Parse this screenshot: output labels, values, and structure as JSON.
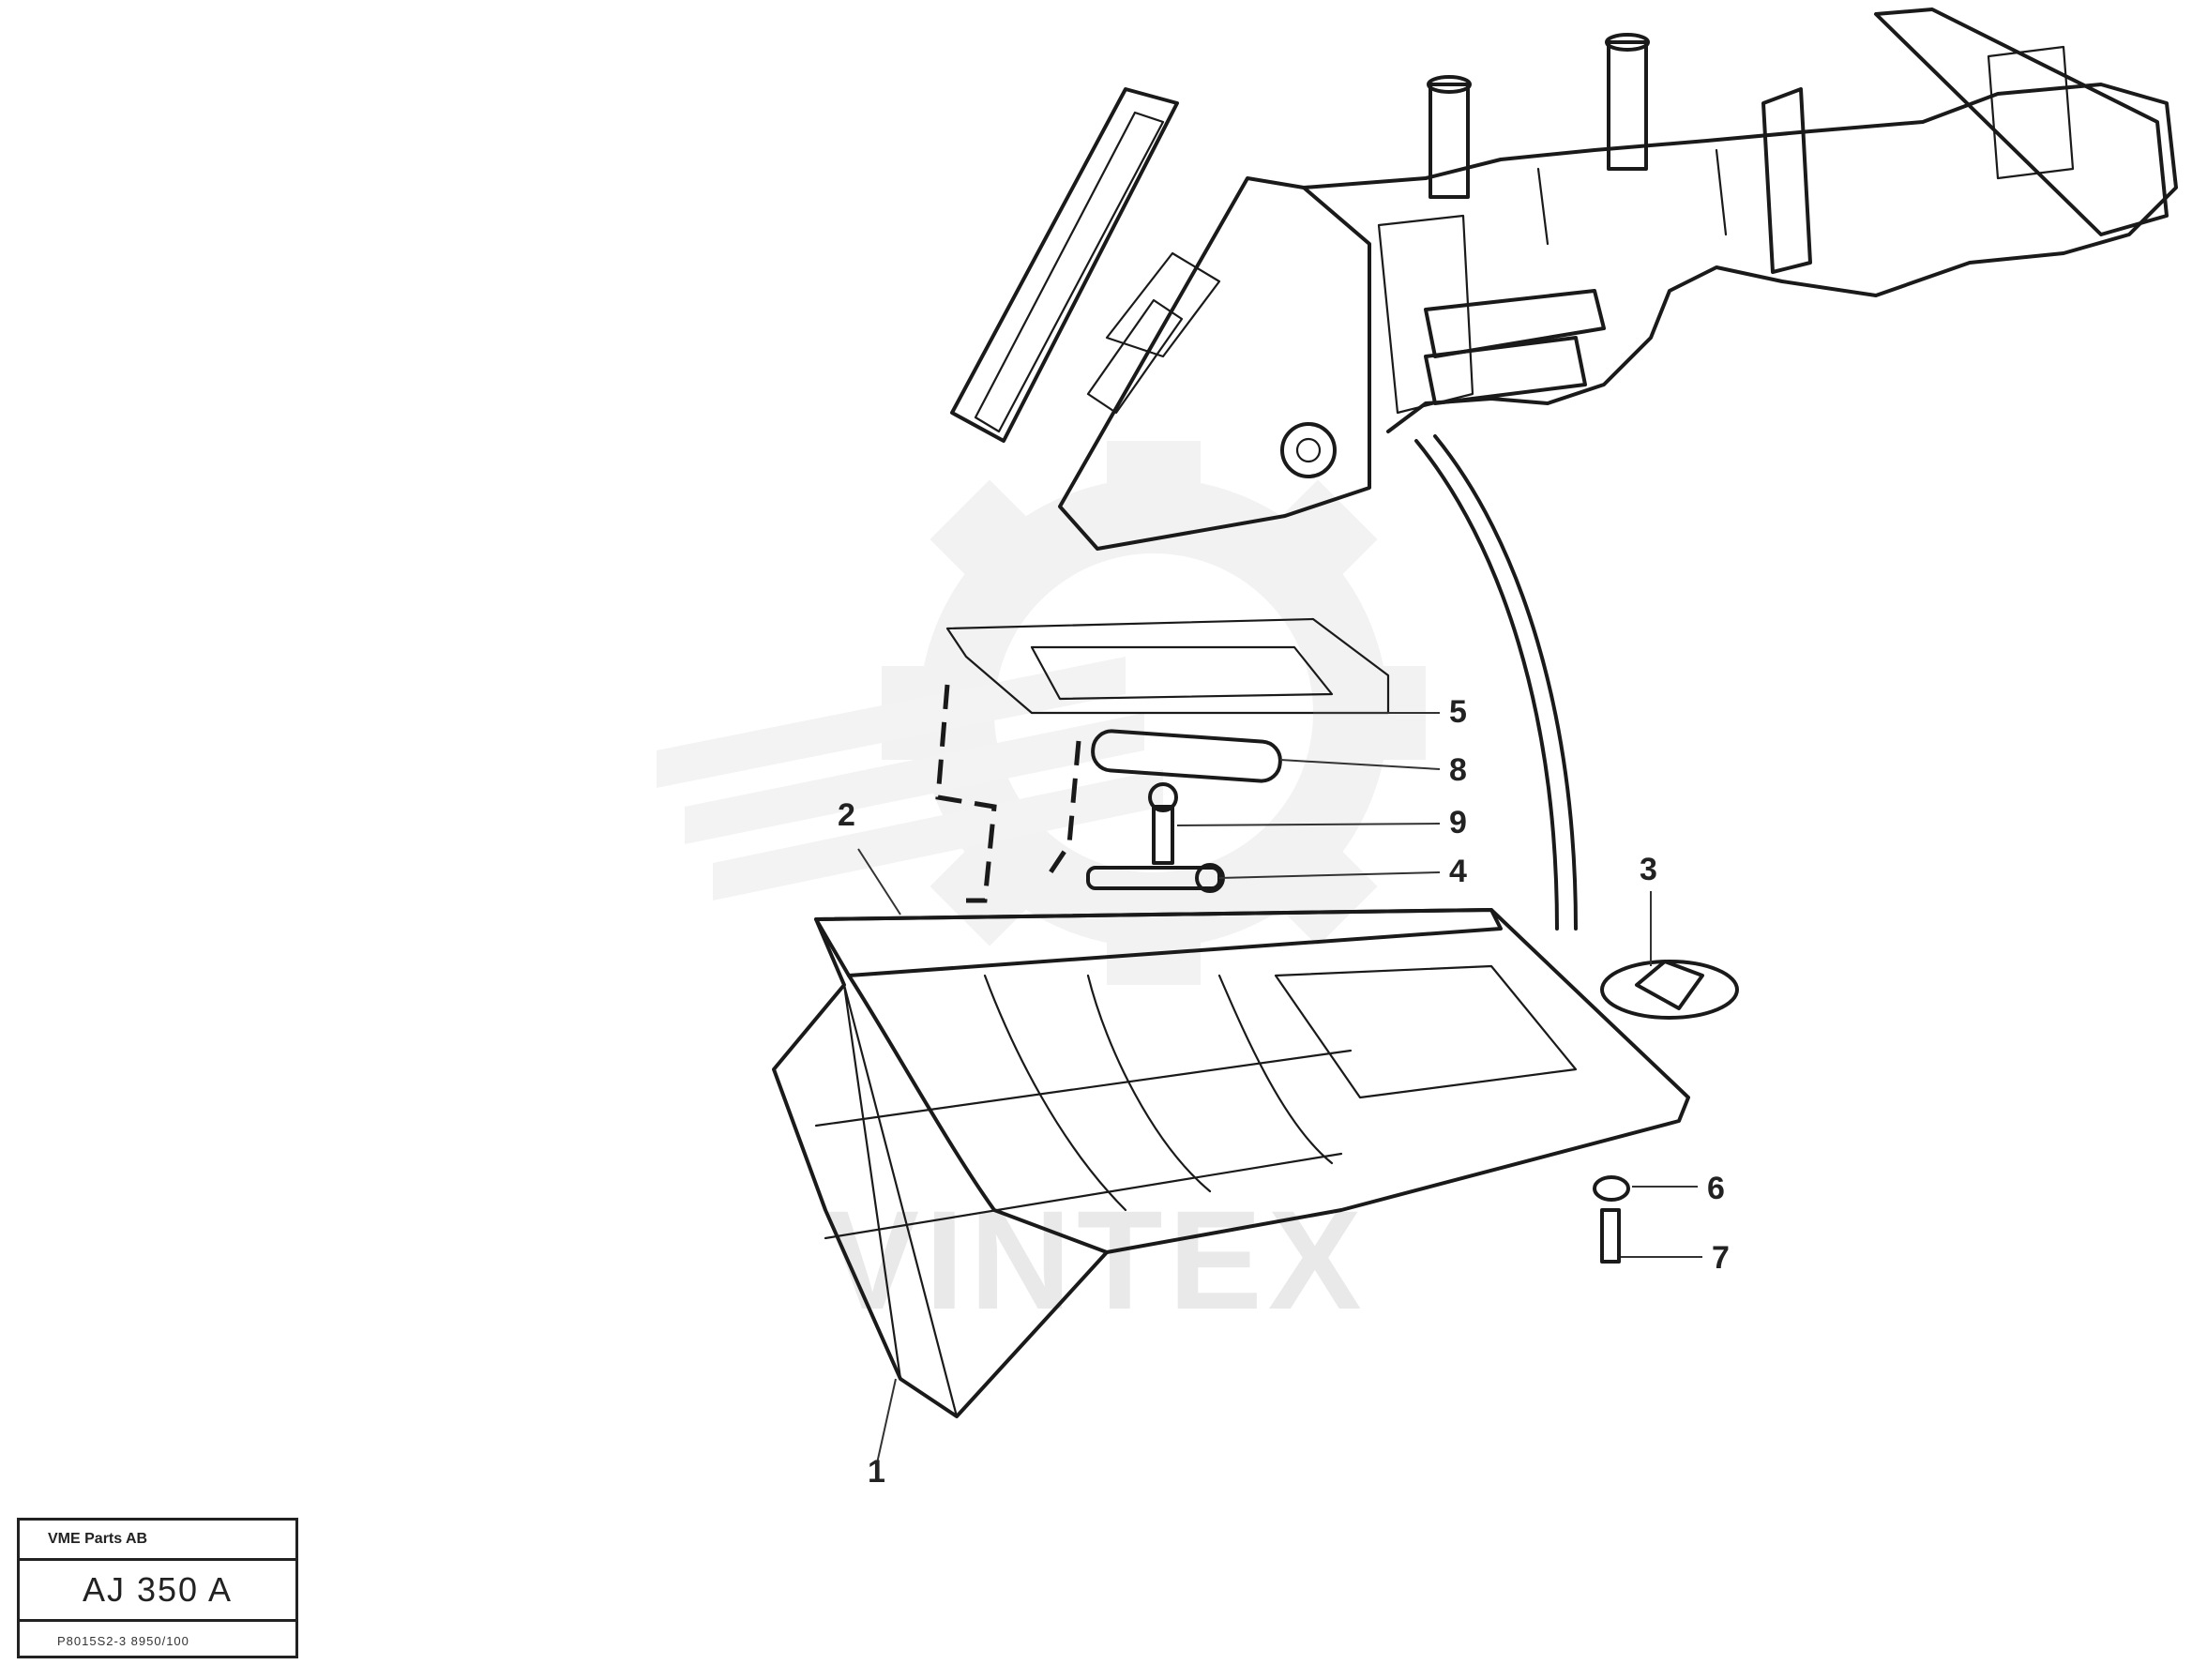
{
  "watermark": {
    "text": "VINTEX"
  },
  "callouts": [
    {
      "id": "1",
      "label": "1"
    },
    {
      "id": "2",
      "label": "2"
    },
    {
      "id": "3",
      "label": "3"
    },
    {
      "id": "4",
      "label": "4"
    },
    {
      "id": "5",
      "label": "5"
    },
    {
      "id": "6",
      "label": "6"
    },
    {
      "id": "7",
      "label": "7"
    },
    {
      "id": "8",
      "label": "8"
    },
    {
      "id": "9",
      "label": "9"
    }
  ],
  "title_block": {
    "company": "VME Parts AB",
    "drawing_number": "AJ 350 A",
    "reference": "P8015S2-3 8950/100"
  }
}
